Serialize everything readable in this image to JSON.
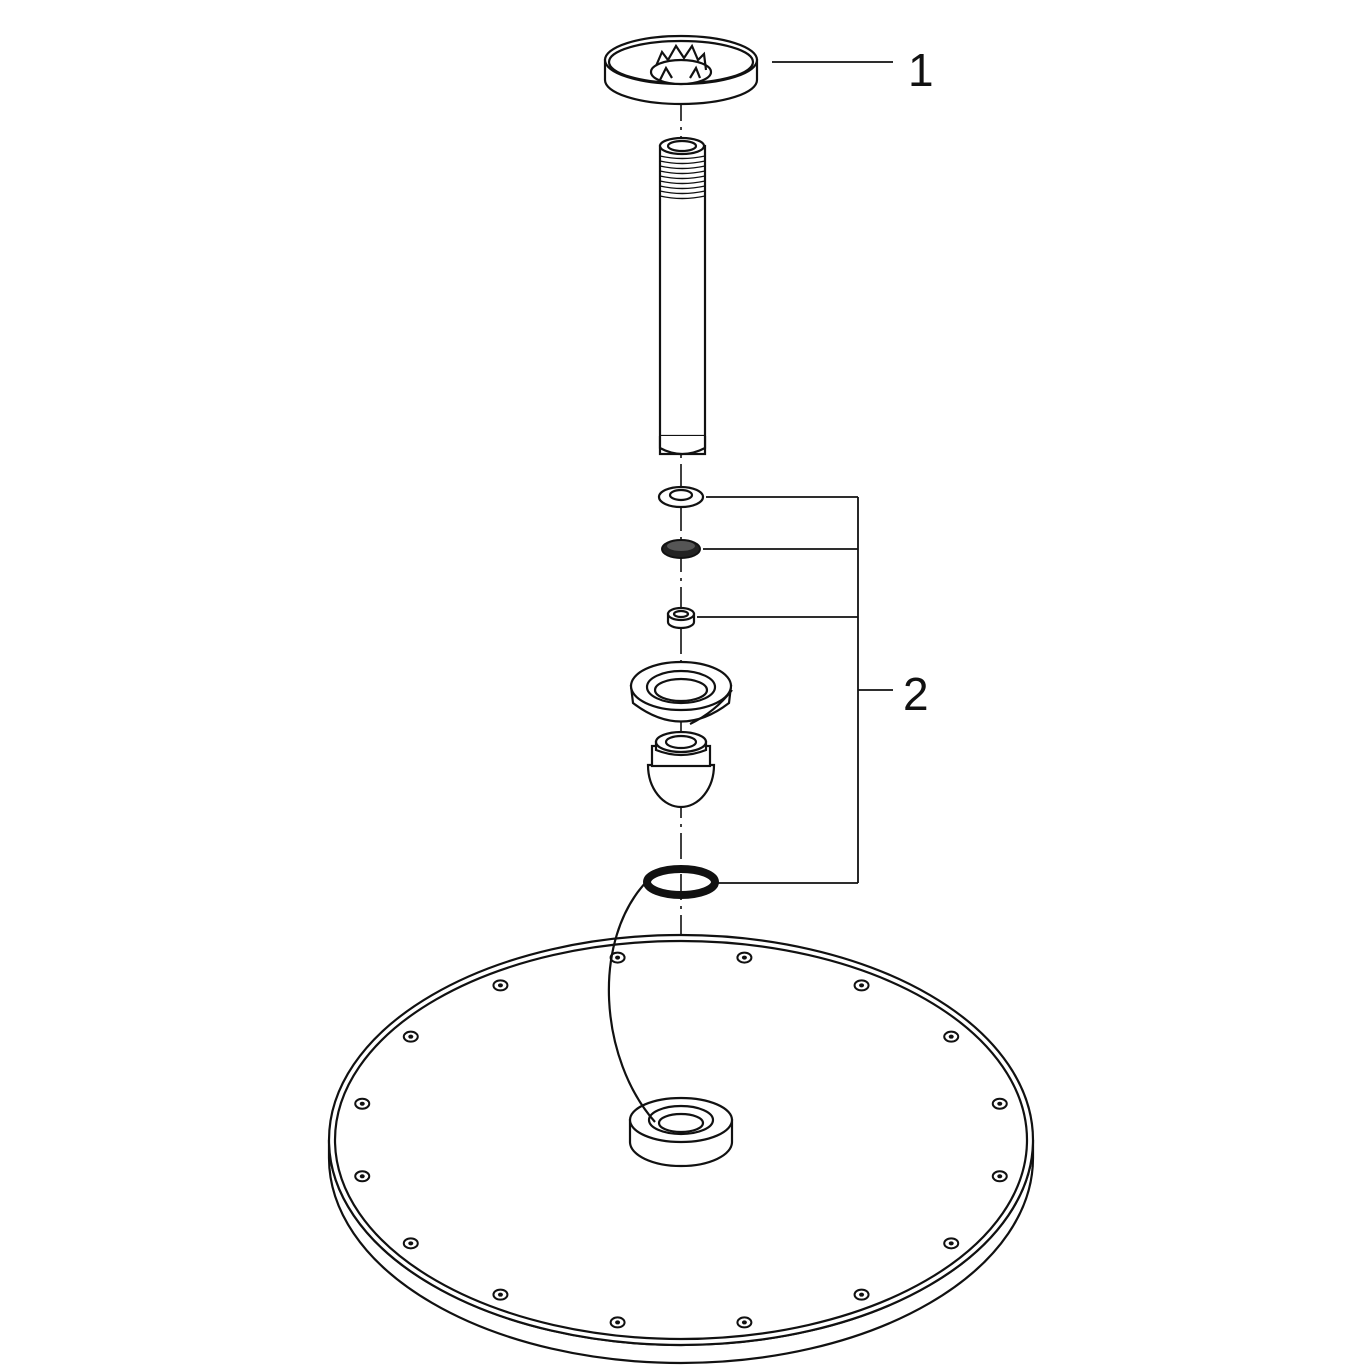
{
  "diagram": {
    "title": "",
    "callouts": [
      {
        "label": "1"
      },
      {
        "label": "2"
      }
    ],
    "screw_count": 16
  }
}
